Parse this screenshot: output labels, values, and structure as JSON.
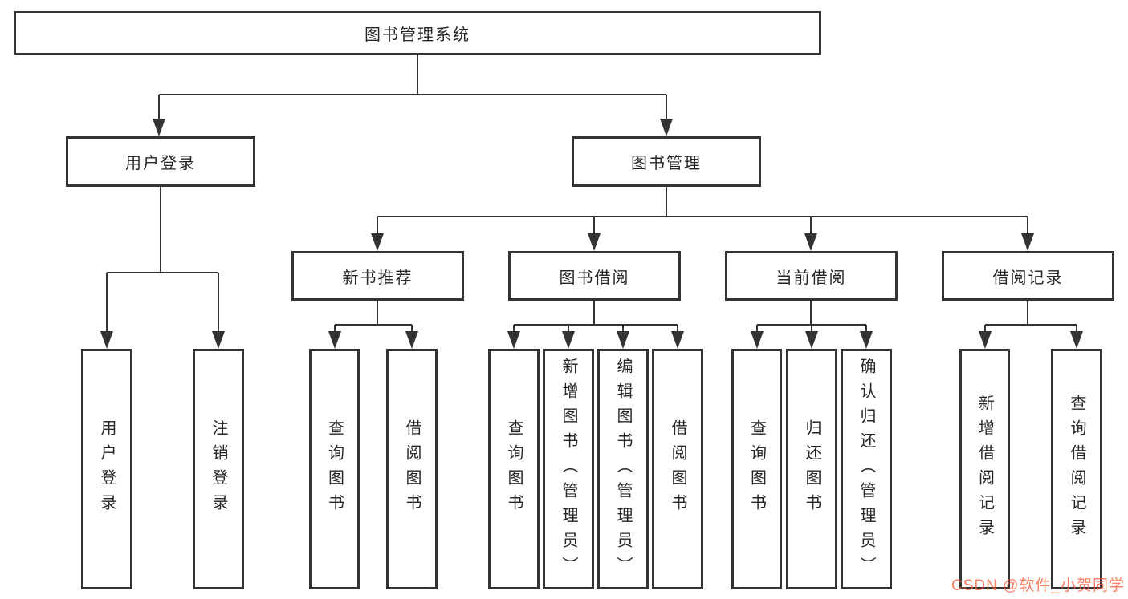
{
  "diagram": {
    "tree": {
      "label": "图书管理系统",
      "children": [
        {
          "label": "用户登录",
          "children": [
            {
              "label": "用户登录"
            },
            {
              "label": "注销登录"
            }
          ]
        },
        {
          "label": "图书管理",
          "children": [
            {
              "label": "新书推荐",
              "children": [
                {
                  "label": "查询图书"
                },
                {
                  "label": "借阅图书"
                }
              ]
            },
            {
              "label": "图书借阅",
              "children": [
                {
                  "label": "查询图书"
                },
                {
                  "label": "新增图书（管理员）"
                },
                {
                  "label": "编辑图书（管理员）"
                },
                {
                  "label": "借阅图书"
                }
              ]
            },
            {
              "label": "当前借阅",
              "children": [
                {
                  "label": "查询图书"
                },
                {
                  "label": "归还图书"
                },
                {
                  "label": "确认归还（管理员）"
                }
              ]
            },
            {
              "label": "借阅记录",
              "children": [
                {
                  "label": "新增借阅记录"
                },
                {
                  "label": "查询借阅记录"
                }
              ]
            }
          ]
        }
      ]
    }
  },
  "watermark": {
    "text": "CSDN @软件_小贺同学",
    "color": "#fc5531"
  },
  "colors": {
    "line": "#333333",
    "box_border": "#333333",
    "box_fill": "#ffffff",
    "background": "#ffffff",
    "text": "#262626"
  }
}
